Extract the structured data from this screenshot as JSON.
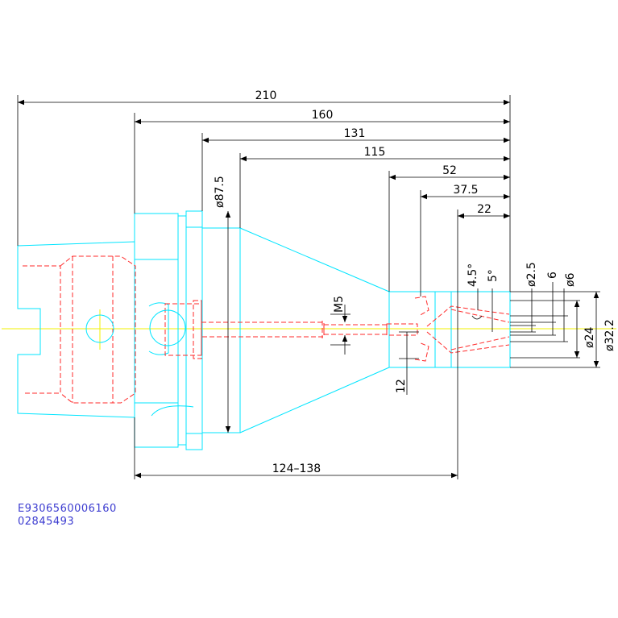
{
  "colors": {
    "body": "#00e5ff",
    "hidden": "#ff2a2a",
    "centerline": "#f2f200",
    "dimension": "#000000",
    "part_number": "#3b3bd0"
  },
  "dimensions": {
    "d210": "210",
    "d160": "160",
    "d131": "131",
    "d115": "115",
    "d52": "52",
    "d37_5": "37.5",
    "d22": "22",
    "dia87_5": "ø87.5",
    "m5": "M5",
    "d12": "12",
    "ang4_5": "4.5°",
    "ang5": "5°",
    "dia2_5": "ø2.5",
    "d6": "6",
    "dia6": "ø6",
    "dia24": "ø24",
    "dia32_2": "ø32.2",
    "range": "124–138"
  },
  "footer": {
    "part_code": "E9306560006160",
    "serial": "02845493"
  }
}
